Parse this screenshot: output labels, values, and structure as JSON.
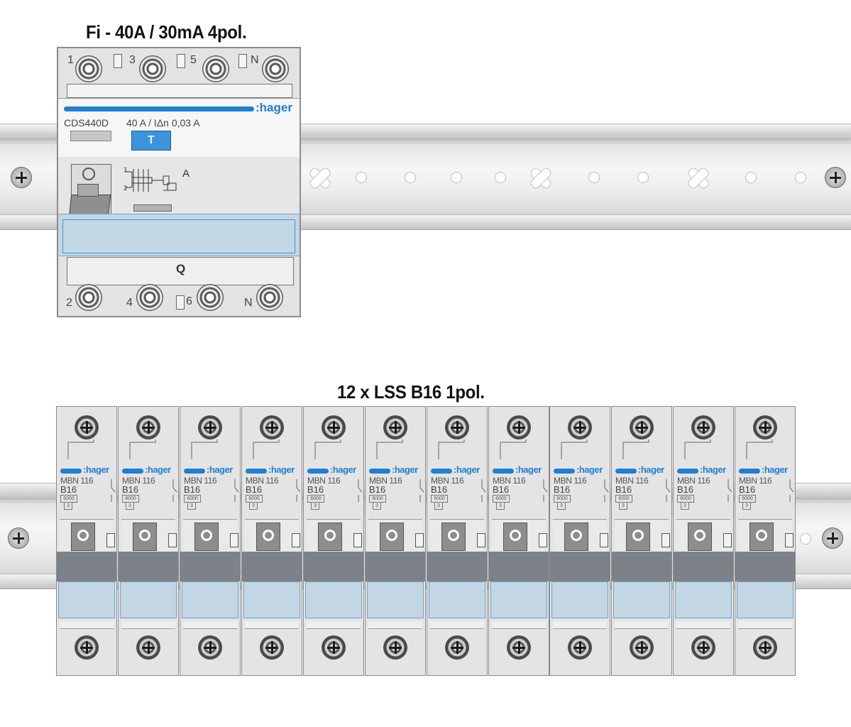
{
  "titles": {
    "rcd": "Fi - 40A / 30mA 4pol.",
    "mcb": "12 x LSS B16 1pol."
  },
  "rcd": {
    "brand": ":hager",
    "model": "CDS440D",
    "rating": "40 A / IΔn 0,03 A",
    "test_button": "T",
    "top_terminals": [
      "1",
      "3",
      "5",
      "N"
    ],
    "bottom_terminals": [
      "2",
      "4",
      "6",
      "N"
    ],
    "bottom_label": "Q",
    "schematic_label": "A",
    "accent_color": "#1f7fd0"
  },
  "mcbs": [
    {
      "brand": ":hager",
      "model": "MBN 116",
      "rating": "B16",
      "capacity": "6000",
      "class": "3"
    },
    {
      "brand": ":hager",
      "model": "MBN 116",
      "rating": "B16",
      "capacity": "6000",
      "class": "3"
    },
    {
      "brand": ":hager",
      "model": "MBN 116",
      "rating": "B16",
      "capacity": "6000",
      "class": "3"
    },
    {
      "brand": ":hager",
      "model": "MBN 116",
      "rating": "B16",
      "capacity": "6000",
      "class": "3"
    },
    {
      "brand": ":hager",
      "model": "MBN 116",
      "rating": "B16",
      "capacity": "6000",
      "class": "3"
    },
    {
      "brand": ":hager",
      "model": "MBN 116",
      "rating": "B16",
      "capacity": "6000",
      "class": "3"
    },
    {
      "brand": ":hager",
      "model": "MBN 116",
      "rating": "B16",
      "capacity": "6000",
      "class": "3"
    },
    {
      "brand": ":hager",
      "model": "MBN 116",
      "rating": "B16",
      "capacity": "6000",
      "class": "3"
    },
    {
      "brand": ":hager",
      "model": "MBN 116",
      "rating": "B16",
      "capacity": "6000",
      "class": "3"
    },
    {
      "brand": ":hager",
      "model": "MBN 116",
      "rating": "B16",
      "capacity": "6000",
      "class": "3"
    },
    {
      "brand": ":hager",
      "model": "MBN 116",
      "rating": "B16",
      "capacity": "6000",
      "class": "3"
    },
    {
      "brand": ":hager",
      "model": "MBN 116",
      "rating": "B16",
      "capacity": "6000",
      "class": "3"
    }
  ]
}
